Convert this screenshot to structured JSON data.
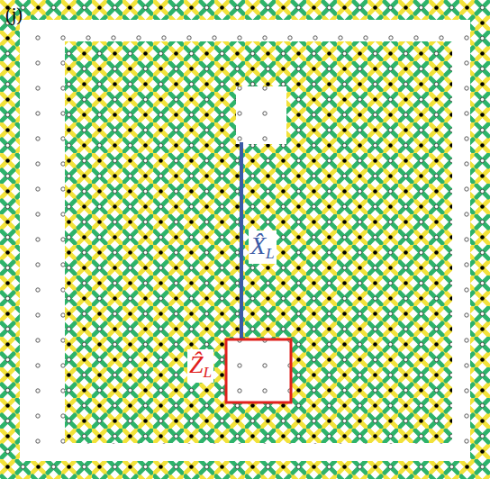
{
  "diagram": {
    "labels": [
      "(j)",
      "X̂L",
      "ẐL"
    ]
  }
}
